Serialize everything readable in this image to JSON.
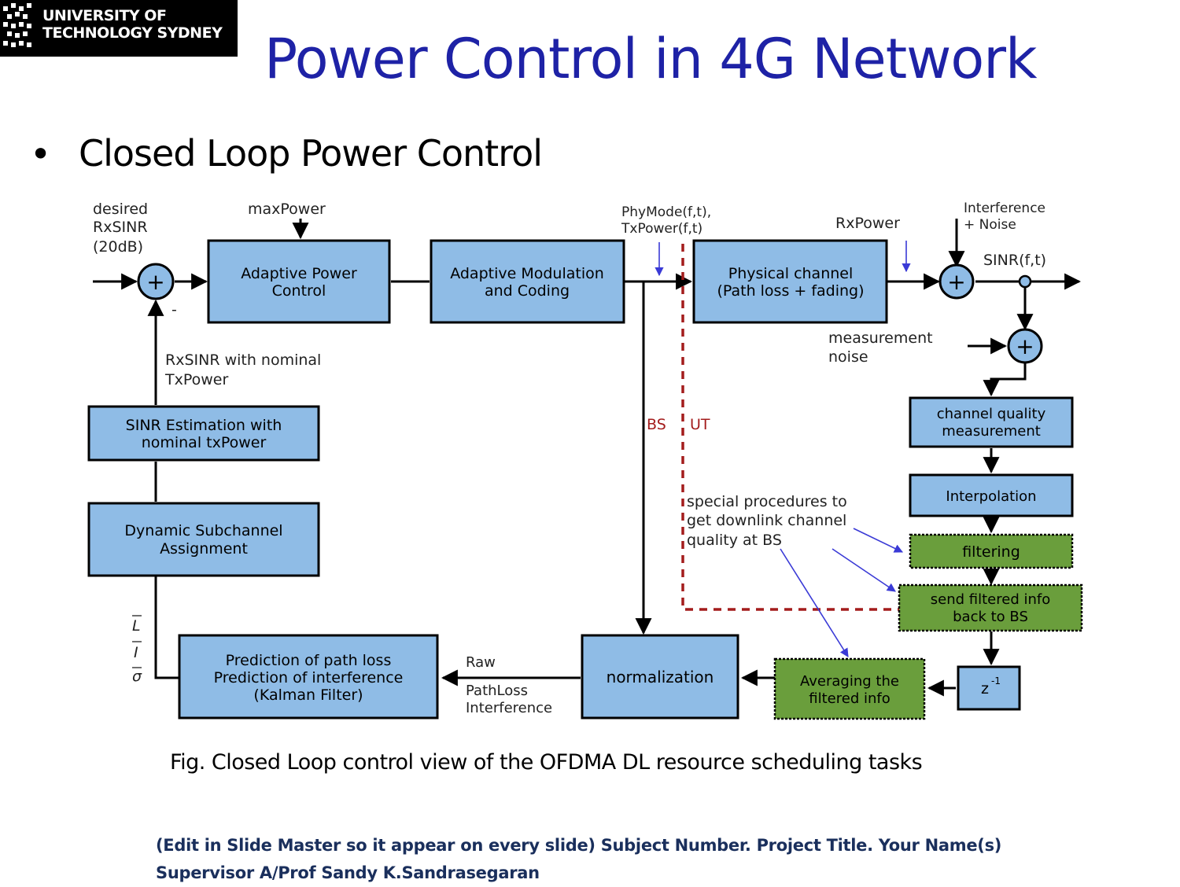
{
  "logo": {
    "line1": "UNIVERSITY OF",
    "line2": "TECHNOLOGY SYDNEY"
  },
  "title": "Power Control in 4G Network",
  "bullet": "Closed Loop Power Control",
  "diagram": {
    "labels": {
      "desired1": "desired",
      "desired2": "RxSINR",
      "desired3": "(20dB)",
      "maxpower": "maxPower",
      "phymode1": "PhyMode(f,t),",
      "phymode2": "TxPower(f,t)",
      "rxpower": "RxPower",
      "interference1": "Interference",
      "interference2": "+ Noise",
      "sinr": "SINR(f,t)",
      "meas_noise1": "measurement",
      "meas_noise2": "noise",
      "minus": "-",
      "rxsinr_nominal1": "RxSINR with nominal",
      "rxsinr_nominal2": "TxPower",
      "bs": "BS",
      "ut": "UT",
      "special1": "special procedures to",
      "special2": "get downlink channel",
      "special3": "quality at BS",
      "raw": "Raw",
      "pathloss": "PathLoss",
      "interference": "Interference",
      "vec_l": "L",
      "vec_i": "I",
      "vec_sigma": "σ",
      "plus": "+"
    },
    "boxes": {
      "apc1": "Adaptive Power",
      "apc2": "Control",
      "amc1": "Adaptive Modulation",
      "amc2": "and Coding",
      "phys1": "Physical channel",
      "phys2": "(Path loss + fading)",
      "cqm1": "channel quality",
      "cqm2": "measurement",
      "interp": "Interpolation",
      "filtering": "filtering",
      "send1": "send filtered info",
      "send2": "back to BS",
      "z": "z",
      "z_sup": "-1",
      "avg1": "Averaging the",
      "avg2": "filtered info",
      "norm": "normalization",
      "pred1": "Prediction of path loss",
      "pred2": "Prediction of interference",
      "pred3": "(Kalman Filter)",
      "dsa1": "Dynamic Subchannel",
      "dsa2": "Assignment",
      "sinr_est1": "SINR Estimation with",
      "sinr_est2": "nominal txPower"
    },
    "colors": {
      "blue_box": "#8fbce6",
      "green_box": "#6a9e3c",
      "dashed_line": "#a31c1c",
      "annotation_arrow": "#3a3ad6"
    }
  },
  "caption": "Fig. Closed Loop control view of the OFDMA DL resource scheduling tasks",
  "footer": {
    "line1": "(Edit in Slide Master so it appear on every slide)  Subject Number.   Project Title.  Your Name(s)",
    "line2": "Supervisor  A/Prof Sandy K.Sandrasegaran"
  }
}
